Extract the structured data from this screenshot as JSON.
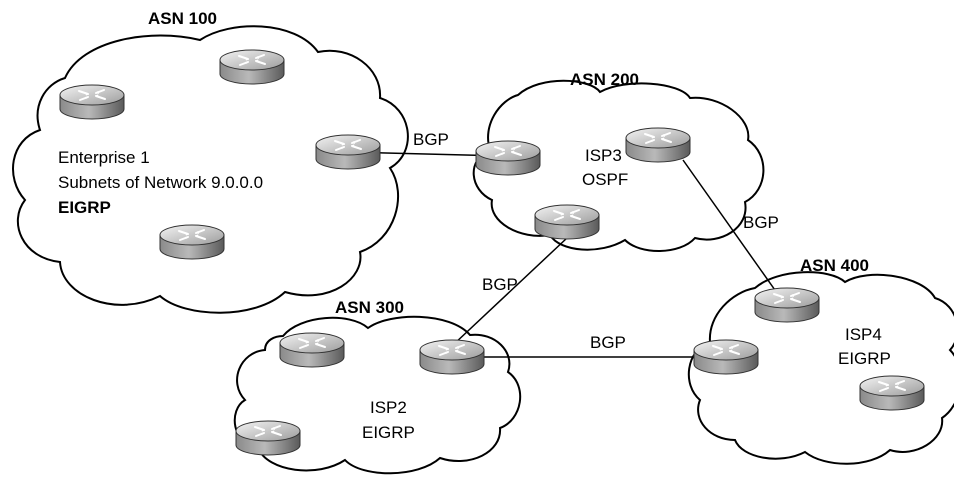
{
  "asn100": {
    "title": "ASN 100",
    "line1": "Enterprise 1",
    "line2": "Subnets of Network 9.0.0.0",
    "line3": "EIGRP"
  },
  "asn200": {
    "title": "ASN 200",
    "line1": "ISP3",
    "line2": "OSPF"
  },
  "asn300": {
    "title": "ASN 300",
    "line1": "ISP2",
    "line2": "EIGRP"
  },
  "asn400": {
    "title": "ASN 400",
    "line1": "ISP4",
    "line2": "EIGRP"
  },
  "links": {
    "enterprise_isp3": "BGP",
    "isp3_isp4": "BGP",
    "isp3_isp2": "BGP",
    "isp2_isp4": "BGP"
  },
  "icons": {
    "router": "router-icon"
  }
}
